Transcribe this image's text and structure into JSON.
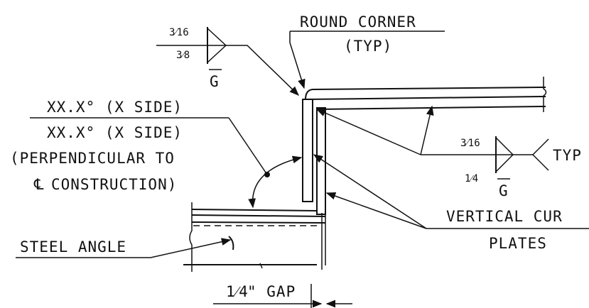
{
  "labels": {
    "round_corner": "ROUND CORNER",
    "round_corner_typ": "(TYP)",
    "angle_line1": "XX.X° (X SIDE)",
    "angle_line2": "XX.X° (X SIDE)",
    "angle_line3": "(PERPENDICULAR TO",
    "angle_line4": "CONSTRUCTION)",
    "centerline_symbol": "℄",
    "steel_angle": "STEEL ANGLE",
    "vertical_cur": "VERTICAL CUR",
    "plates": "PLATES",
    "gap_value": "1⁄4",
    "gap_suffix": "\" GAP",
    "typ": "TYP"
  },
  "weld_top": {
    "size_top": "3⁄16",
    "size_bottom": "3⁄8",
    "finish": "G"
  },
  "weld_right": {
    "size_top": "3⁄16",
    "size_bottom": "1⁄4",
    "finish": "G"
  },
  "colors": {
    "ink": "#111111",
    "background": "#ffffff"
  }
}
